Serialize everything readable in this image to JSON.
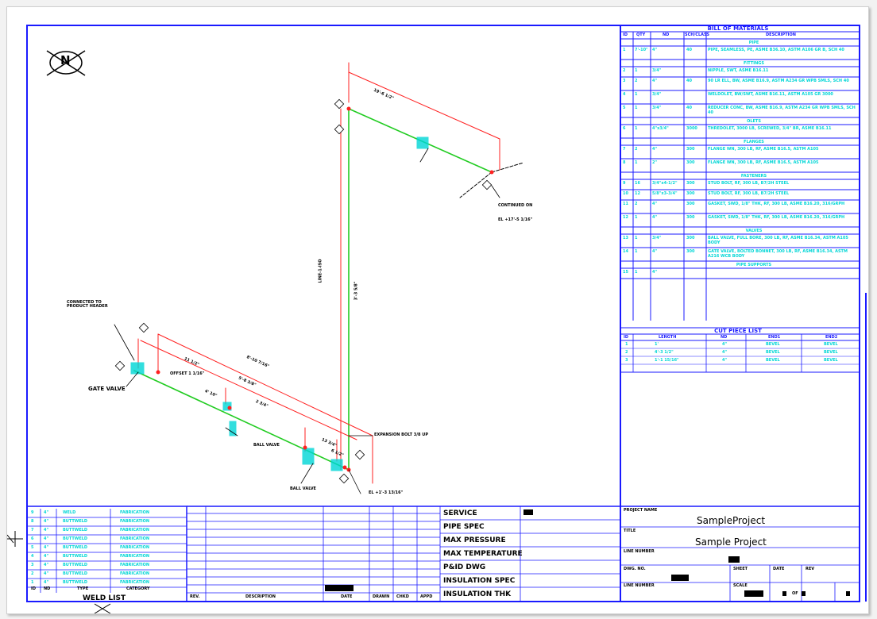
{
  "north_symbol": "N",
  "bom": {
    "title": "BILL OF MATERIALS",
    "columns": [
      "ID",
      "QTY",
      "ND",
      "SCH/CLASS",
      "DESCRIPTION"
    ],
    "rows": [
      {
        "type": "section",
        "text": "PIPE"
      },
      {
        "type": "item",
        "id": "1",
        "qty": "7'-10\"",
        "nd": "4\"",
        "sch": "40",
        "desc": "PIPE, SEAMLESS, PE, ASME B36.10, ASTM A106 GR B, SCH 40"
      },
      {
        "type": "section",
        "text": "FITTINGS"
      },
      {
        "type": "item",
        "id": "2",
        "qty": "1",
        "nd": "3/4\"",
        "sch": "",
        "desc": "NIPPLE, SWT, ASME B16.11"
      },
      {
        "type": "item",
        "id": "3",
        "qty": "2",
        "nd": "4\"",
        "sch": "40",
        "desc": "90 LR ELL, BW, ASME B16.9, ASTM A234 GR WPB SMLS, SCH 40"
      },
      {
        "type": "item",
        "id": "4",
        "qty": "1",
        "nd": "3/4\"",
        "sch": "",
        "desc": "WELDOLET, BW/SWT, ASME B16.11, ASTM A105 GR 3000"
      },
      {
        "type": "item",
        "id": "5",
        "qty": "1",
        "nd": "3/4\"",
        "sch": "40",
        "desc": "REDUCER CONC, BW, ASME B16.9, ASTM A234 GR WPB SMLS, SCH 40"
      },
      {
        "type": "section",
        "text": "OLETS"
      },
      {
        "type": "item",
        "id": "6",
        "qty": "1",
        "nd": "4\"x3/4\"",
        "sch": "3000",
        "desc": "THREDOLET, 3000 LB, SCREWED, 3/4\" BR, ASME B16.11"
      },
      {
        "type": "section",
        "text": "FLANGES"
      },
      {
        "type": "item",
        "id": "7",
        "qty": "2",
        "nd": "4\"",
        "sch": "300",
        "desc": "FLANGE WN, 300 LB, RF, ASME B16.5, ASTM A105"
      },
      {
        "type": "item",
        "id": "8",
        "qty": "1",
        "nd": "2\"",
        "sch": "300",
        "desc": "FLANGE WN, 300 LB, RF, ASME B16.5, ASTM A105"
      },
      {
        "type": "section",
        "text": "FASTENERS"
      },
      {
        "type": "item",
        "id": "9",
        "qty": "16",
        "nd": "3/4\"x4-1/2\"",
        "sch": "300",
        "desc": "STUD BOLT, RF, 300 LB, B7/2H STEEL"
      },
      {
        "type": "item",
        "id": "10",
        "qty": "12",
        "nd": "5/8\"x3-3/4\"",
        "sch": "300",
        "desc": "STUD BOLT, RF, 300 LB, B7/2H STEEL"
      },
      {
        "type": "item",
        "id": "11",
        "qty": "2",
        "nd": "4\"",
        "sch": "300",
        "desc": "GASKET, SWD, 1/8\" THK, RF, 300 LB, ASME B16.20, 316/GRPH"
      },
      {
        "type": "item",
        "id": "12",
        "qty": "1",
        "nd": "4\"",
        "sch": "300",
        "desc": "GASKET, SWD, 1/8\" THK, RF, 300 LB, ASME B16.20, 316/GRPH"
      },
      {
        "type": "section",
        "text": "VALVES"
      },
      {
        "type": "item",
        "id": "13",
        "qty": "1",
        "nd": "3/4\"",
        "sch": "300",
        "desc": "BALL VALVE, FULL BORE, 300 LB, RF, ASME B16.34, ASTM A105 BODY"
      },
      {
        "type": "item",
        "id": "14",
        "qty": "1",
        "nd": "4\"",
        "sch": "300",
        "desc": "GATE VALVE, BOLTED BONNET, 300 LB, RF, ASME B16.34, ASTM A216 WCB BODY"
      },
      {
        "type": "section",
        "text": "PIPE SUPPORTS"
      },
      {
        "type": "item",
        "id": "15",
        "qty": "1",
        "nd": "4\"",
        "sch": "",
        "desc": ""
      }
    ]
  },
  "cut_piece": {
    "title": "CUT PIECE LIST",
    "columns": [
      "ID",
      "LENGTH",
      "ND",
      "END1",
      "END2"
    ],
    "rows": [
      {
        "id": "1",
        "length": "1'",
        "nd": "4\"",
        "end1": "BEVEL",
        "end2": "BEVEL"
      },
      {
        "id": "2",
        "length": "4'-3 1/2\"",
        "nd": "4\"",
        "end1": "BEVEL",
        "end2": "BEVEL"
      },
      {
        "id": "3",
        "length": "1'-1 15/16\"",
        "nd": "4\"",
        "end1": "BEVEL",
        "end2": "BEVEL"
      }
    ]
  },
  "weld_list": {
    "title": "WELD LIST",
    "columns": [
      "ID",
      "ND",
      "TYPE",
      "CATEGORY"
    ],
    "rows": [
      {
        "id": "9",
        "nd": "4\"",
        "type": "WELD",
        "cat": "FABRICATION"
      },
      {
        "id": "8",
        "nd": "4\"",
        "type": "BUTTWELD",
        "cat": "FABRICATION"
      },
      {
        "id": "7",
        "nd": "4\"",
        "type": "BUTTWELD",
        "cat": "FABRICATION"
      },
      {
        "id": "6",
        "nd": "4\"",
        "type": "BUTTWELD",
        "cat": "FABRICATION"
      },
      {
        "id": "5",
        "nd": "4\"",
        "type": "BUTTWELD",
        "cat": "FABRICATION"
      },
      {
        "id": "4",
        "nd": "4\"",
        "type": "BUTTWELD",
        "cat": "FABRICATION"
      },
      {
        "id": "3",
        "nd": "4\"",
        "type": "BUTTWELD",
        "cat": "FABRICATION"
      },
      {
        "id": "2",
        "nd": "4\"",
        "type": "BUTTWELD",
        "cat": "FABRICATION"
      },
      {
        "id": "1",
        "nd": "4\"",
        "type": "BUTTWELD",
        "cat": "FABRICATION"
      }
    ]
  },
  "revision_block": {
    "columns": [
      "REV.",
      "DESCRIPTION",
      "DATE",
      "DRAWN",
      "CHKD",
      "APPD"
    ]
  },
  "service_block": {
    "labels": [
      "SERVICE",
      "PIPE SPEC",
      "MAX PRESSURE",
      "MAX TEMPERATURE",
      "P&ID DWG",
      "INSULATION SPEC",
      "INSULATION THK"
    ]
  },
  "title_block": {
    "project_name_label": "PROJECT NAME",
    "project_name": "SampleProject",
    "title_label": "TITLE",
    "title": "Sample Project",
    "line_label": "LINE NUMBER",
    "dwg_no_label": "DWG. NO.",
    "sheet_label": "SHEET",
    "date_label": "DATE",
    "scale_label": "SCALE",
    "rev_label": "REV",
    "of_text": "OF"
  },
  "iso_labels": {
    "elev_top": "EL +17'-5 1/16\"",
    "top_left_note": "CONNECTED TO PRODUCT HEADER",
    "bottom_note": "EL +1'-3 13/16\"",
    "dim_top": "19'-6 1/2\"",
    "dim_mid1": "8'-10 7/16\"",
    "dim_mid2": "11 1/2\"",
    "dim_mid3": "5'-8 3/8\"",
    "dim_mid4": "4' 10\"",
    "dim_mid5": "2 3/4\"",
    "dim_small": "13 3/4\"",
    "dim_small2": "6 1/2\"",
    "vert_line_label": "LINE-1-ISO",
    "vert_dim": "3'-3 5/8\"",
    "expansion_note": "EXPANSION BOLT 3/8 UP",
    "cont_note1": "CONTINUED ON",
    "gate_note": "GATE VALVE",
    "valve_note": "BALL VALVE",
    "offset_note": "OFFSET 1 1/16\""
  },
  "colors": {
    "frame_blue": "#1a1aff",
    "pipe_green": "#22cc22",
    "dim_red": "#ff2020",
    "text_cyan": "#00d6d6"
  }
}
